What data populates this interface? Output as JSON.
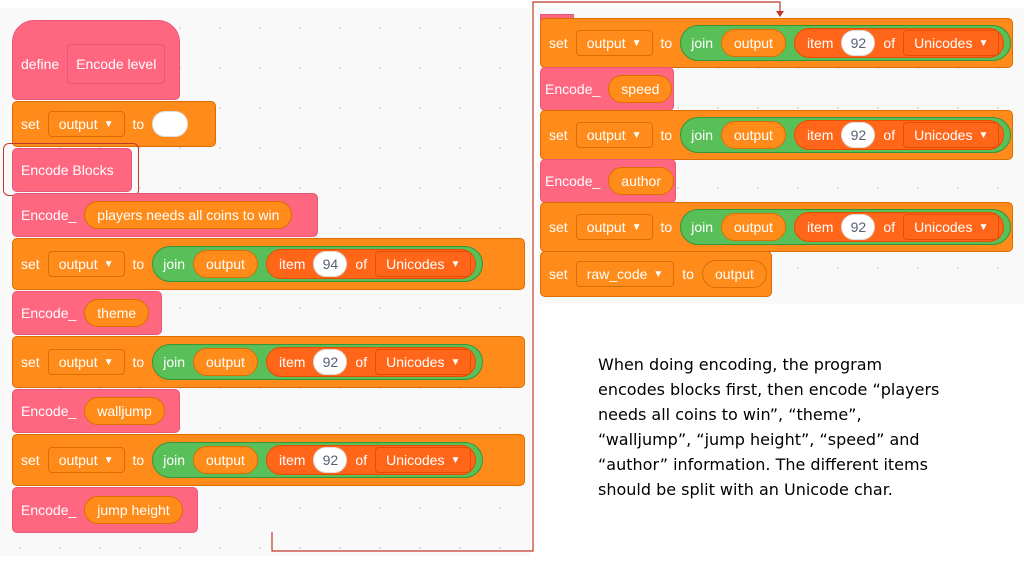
{
  "left_script": {
    "define_kw": "define",
    "define_name": "Encode level",
    "set_kw": "set",
    "to_kw": "to",
    "var_output": "output",
    "encode_blocks": "Encode Blocks",
    "encode_kw": "Encode_",
    "join_kw": "join",
    "item_kw": "item",
    "of_kw": "of",
    "list_name": "Unicodes",
    "args": [
      "players needs all coins to win",
      "theme",
      "walljump",
      "jump height"
    ],
    "items": [
      "94",
      "92",
      "92"
    ]
  },
  "right_script": {
    "set_kw": "set",
    "to_kw": "to",
    "var_output": "output",
    "join_kw": "join",
    "item_kw": "item",
    "of_kw": "of",
    "list_name": "Unicodes",
    "encode_kw": "Encode_",
    "args": [
      "speed",
      "author"
    ],
    "items": [
      "92",
      "92",
      "92"
    ],
    "raw_code_var": "raw_code"
  },
  "note_lines": [
    "When doing encoding, the program",
    "encodes blocks first, then encode “players",
    "needs all coins to win”, “theme”,",
    "“walljump”, “jump height”, “speed” and",
    "“author” information. The different items",
    "should be split with an Unicode char."
  ],
  "colors": {
    "custom": "#ff6680",
    "variable": "#ff8c1a",
    "operator": "#59c059",
    "list": "#ff661a",
    "highlight": "#c0392b"
  }
}
